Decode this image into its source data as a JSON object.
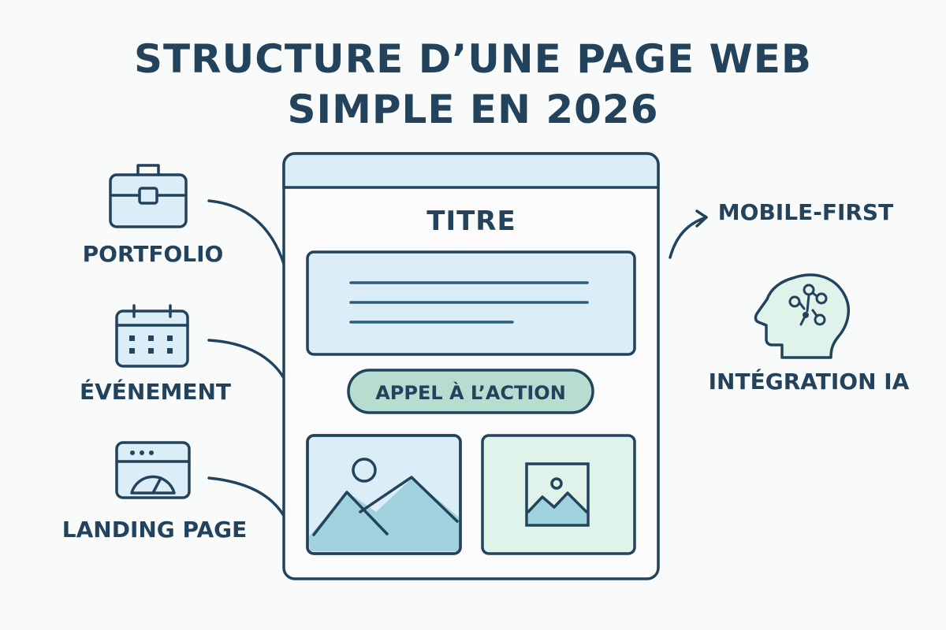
{
  "title": {
    "line1": "STRUCTURE D’UNE PAGE WEB",
    "line2": "SIMPLE EN 2026"
  },
  "left_items": [
    {
      "label": "PORTFOLIO",
      "icon": "briefcase-icon"
    },
    {
      "label": "ÉVÉNEMENT",
      "icon": "calendar-icon"
    },
    {
      "label": "LANDING PAGE",
      "icon": "browser-gauge-icon"
    }
  ],
  "page_mockup": {
    "heading": "TITRE",
    "cta_label": "APPEL À L’ACTION",
    "image_left_icon": "landscape-image-icon",
    "image_right_icon": "picture-frame-icon"
  },
  "right_items": {
    "mobile": {
      "label": "MOBILE-FIRST",
      "icon": "curved-arrow-icon"
    },
    "ai": {
      "label": "INTÉGRATION IA",
      "icon": "head-circuit-icon"
    }
  },
  "colors": {
    "ink": "#23435c",
    "light_blue": "#dbeef8",
    "teal_fill": "#9fd2dc",
    "mint": "#dff3ea",
    "cta_fill": "#b7ddd1",
    "background": "#f9fafa"
  }
}
